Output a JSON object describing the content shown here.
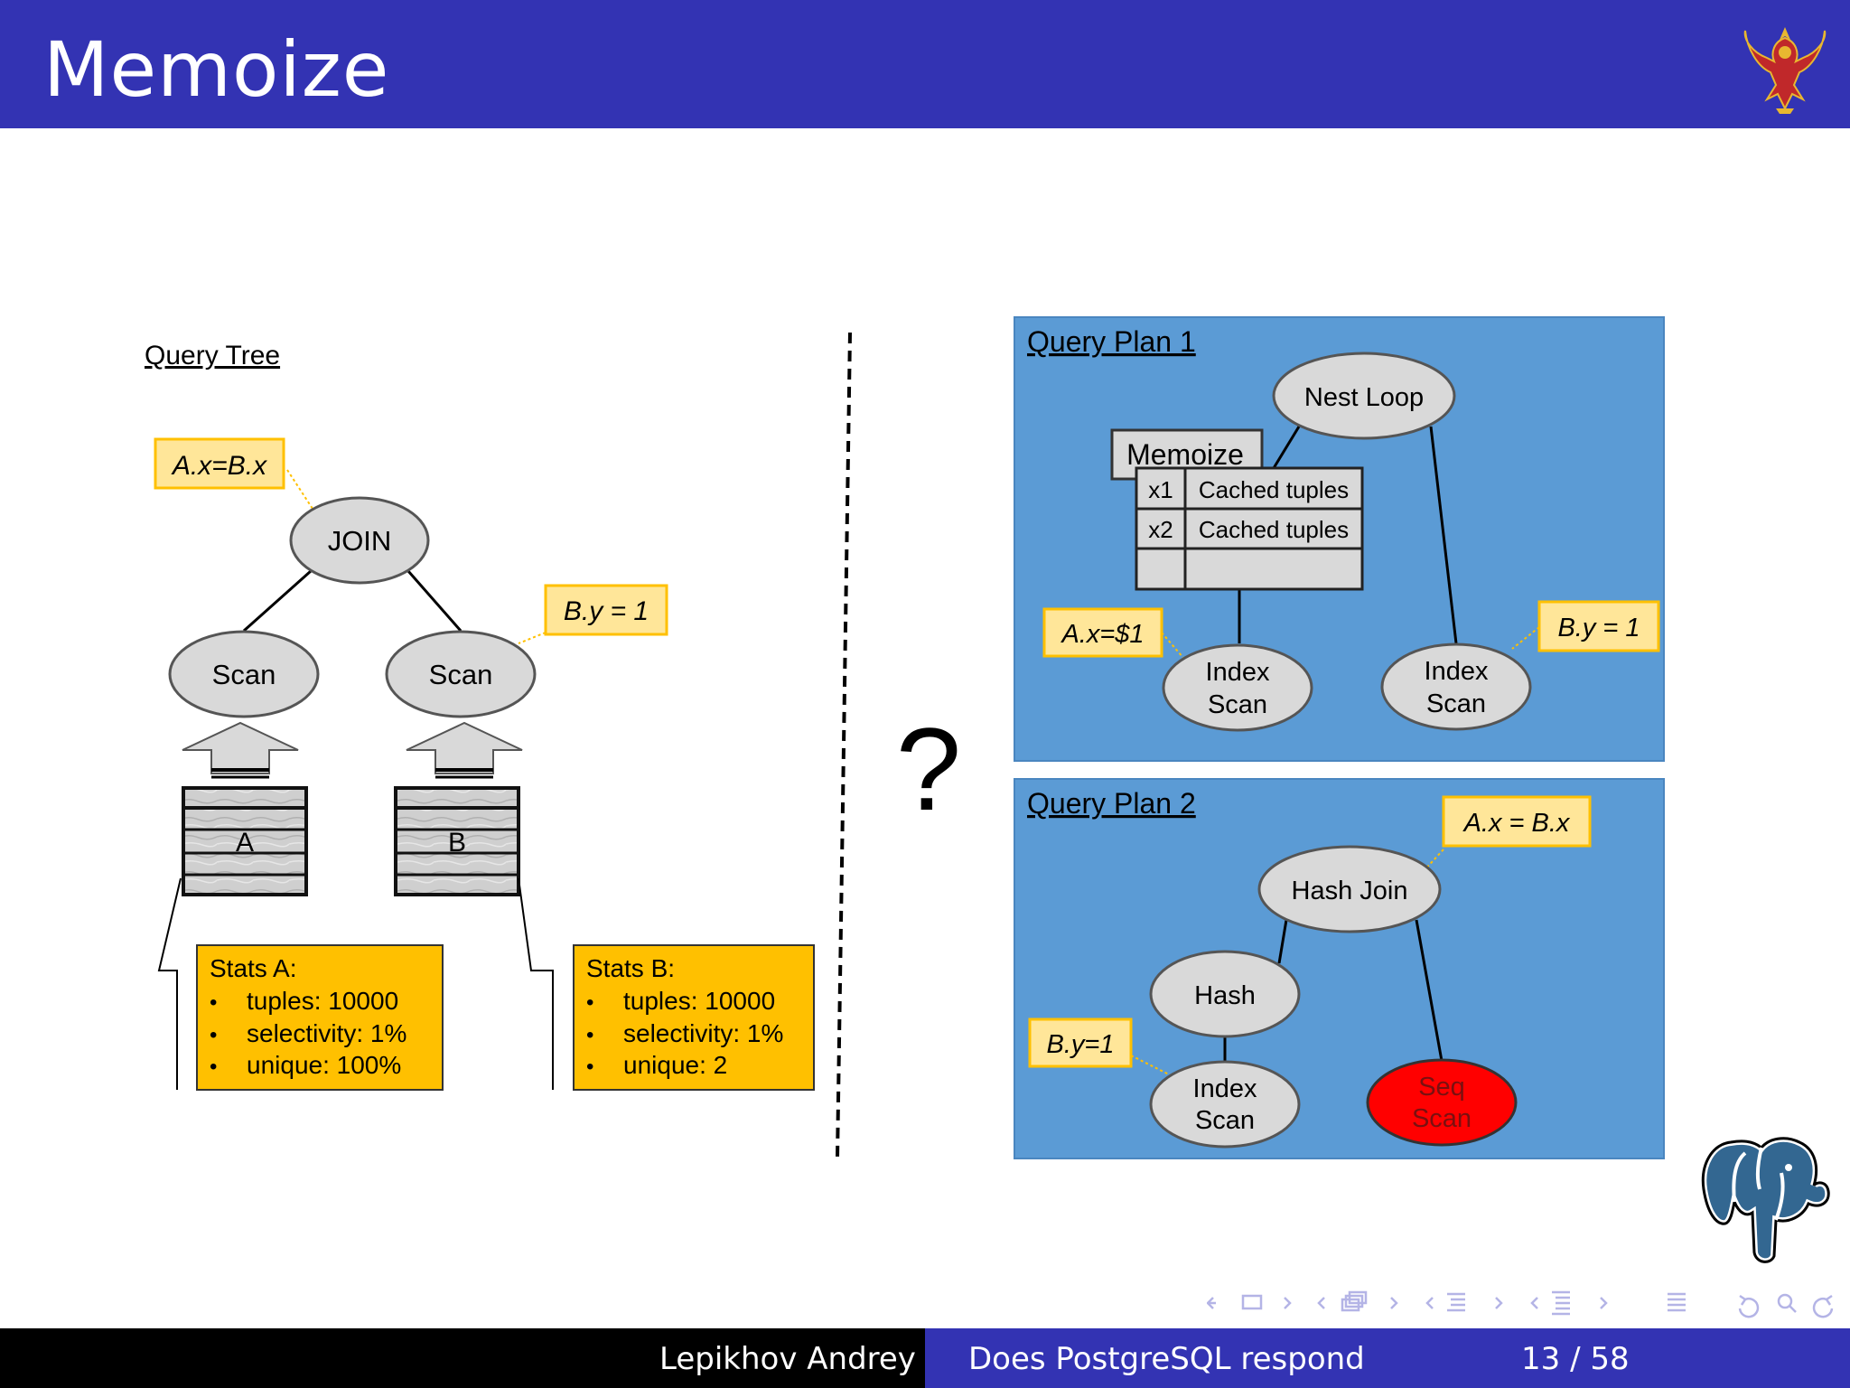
{
  "slide": {
    "title": "Memoize"
  },
  "query_tree": {
    "heading": "Query Tree",
    "join_condition": "A.x=B.x",
    "join_label": "JOIN",
    "scan_left": "Scan",
    "scan_right": "Scan",
    "filter_right": "B.y = 1",
    "table_a": "A",
    "table_b": "B",
    "stats_a": {
      "title": "Stats A:",
      "items": [
        "tuples: 10000",
        "selectivity: 1%",
        "unique: 100%"
      ]
    },
    "stats_b": {
      "title": "Stats B:",
      "items": [
        "tuples: 10000",
        "selectivity: 1%",
        "unique: 2"
      ]
    }
  },
  "question_mark": "?",
  "plan1": {
    "heading": "Query Plan 1",
    "nest_loop": "Nest Loop",
    "memoize": "Memoize",
    "cache_rows": [
      {
        "key": "x1",
        "value": "Cached tuples"
      },
      {
        "key": "x2",
        "value": "Cached tuples"
      }
    ],
    "param_filter": "A.x=$1",
    "filter": "B.y = 1",
    "index_scan_left": [
      "Index",
      "Scan"
    ],
    "index_scan_right": [
      "Index",
      "Scan"
    ]
  },
  "plan2": {
    "heading": "Query Plan 2",
    "join_condition": "A.x = B.x",
    "hash_join": "Hash Join",
    "hash": "Hash",
    "filter": "B.y=1",
    "index_scan": [
      "Index",
      "Scan"
    ],
    "seq_scan": [
      "Seq",
      "Scan"
    ]
  },
  "footer": {
    "author": "Lepikhov Andrey",
    "talk": "Does PostgreSQL respond",
    "page": "13 / 58"
  },
  "colors": {
    "header": "#3333b3",
    "plan_bg": "#5b9bd5",
    "stats_box": "#ffc000",
    "annotation": "#ffe699",
    "node": "#d9d9d9",
    "seq_scan": "#ff0000"
  }
}
